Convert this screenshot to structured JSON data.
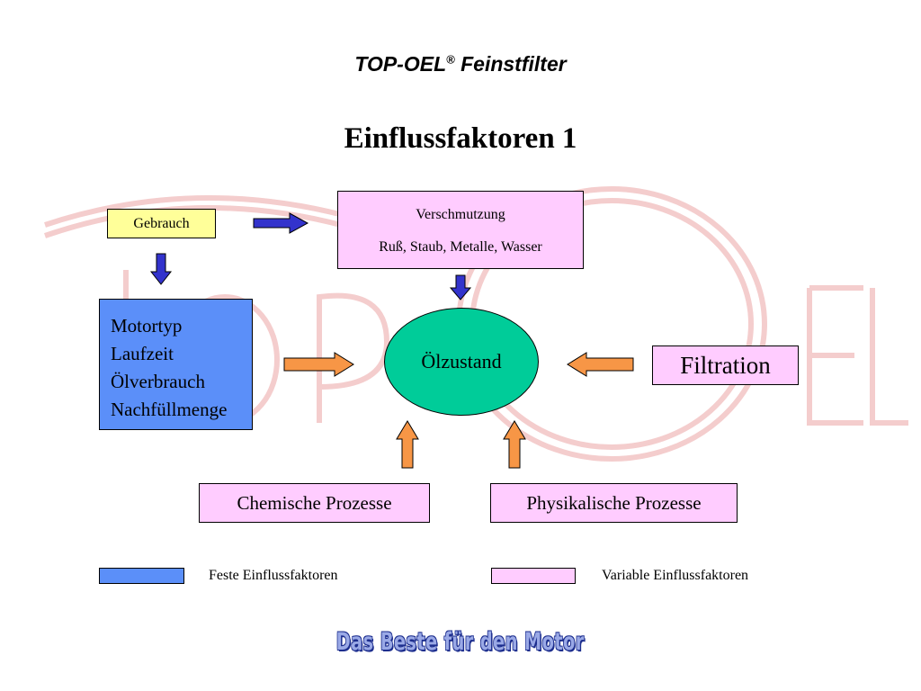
{
  "header": {
    "subtitle": "TOP-OEL",
    "registered_mark": "®",
    "subtitle_suffix": " Feinstfilter",
    "title": "Einflussfaktoren 1"
  },
  "diagram": {
    "gebrauch": "Gebrauch",
    "verschmutzung": {
      "title": "Verschmutzung",
      "items": "Ruß, Staub, Metalle, Wasser"
    },
    "fixed_factors": [
      "Motortyp",
      "Laufzeit",
      "Ölverbrauch",
      "Nachfüllmenge"
    ],
    "center": "Ölzustand",
    "filtration": "Filtration",
    "chemical": "Chemische Prozesse",
    "physical": "Physikalische Prozesse"
  },
  "legend": {
    "fixed": "Feste Einflussfaktoren",
    "variable": "Variable Einflussfaktoren"
  },
  "slogan": "Das Beste für den Motor",
  "colors": {
    "fixed": "#5b8ff9",
    "variable": "#ffccff",
    "gebrauch": "#ffff99",
    "center": "#00cc99",
    "blue_arrow": "#3333cc",
    "orange_arrow": "#f79646",
    "watermark": "#f2c6c6"
  }
}
